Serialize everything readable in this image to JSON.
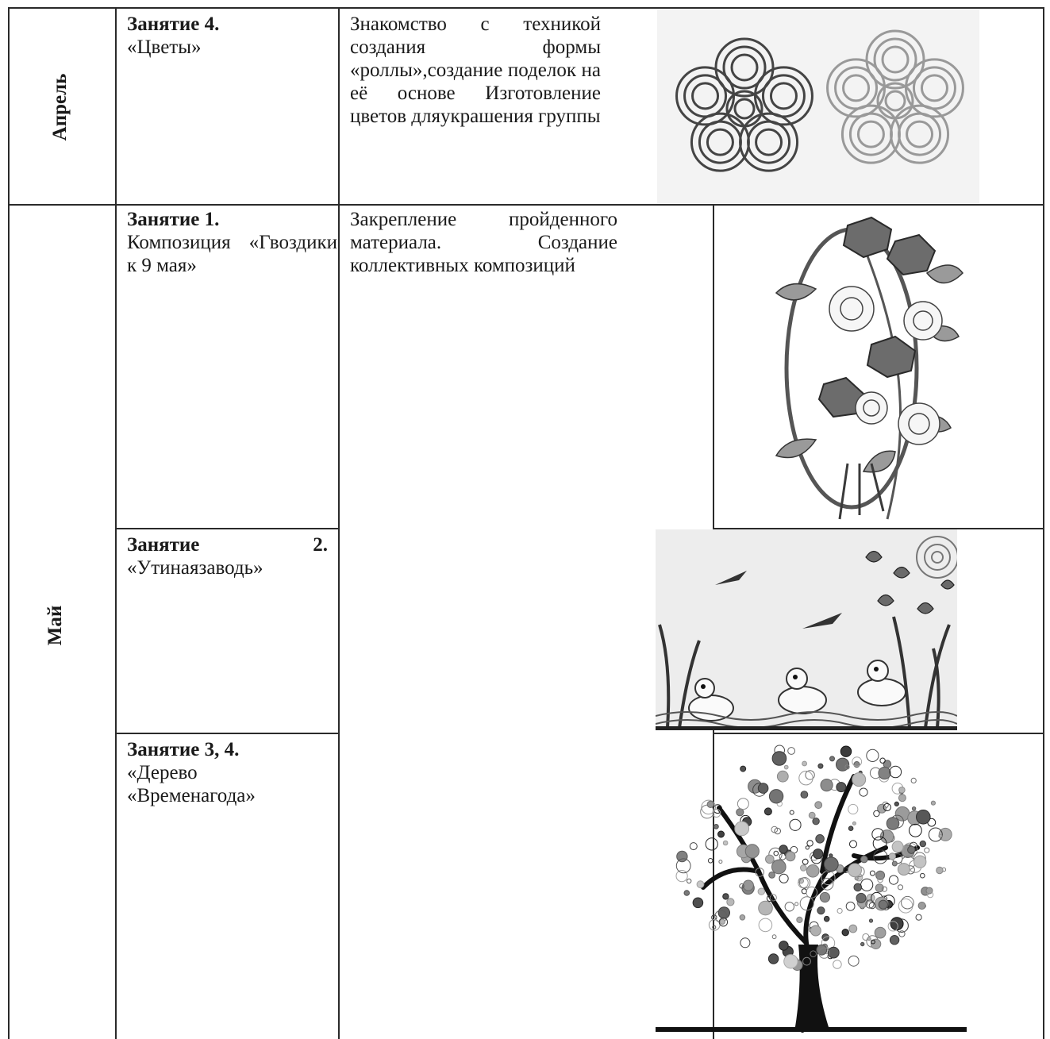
{
  "rows": [
    {
      "month": "Апрель",
      "lesson_title": "Занятие 4.",
      "lesson_name": "«Цветы»",
      "description": "Знакомство с техникой создания формы «роллы»,создание поделок на её основе Изготовление цветов дляукрашения группы",
      "image": "quilled-roll-flowers-image"
    },
    {
      "month": "Май",
      "lessons": [
        {
          "lesson_title": "Занятие 1.",
          "lesson_name": "Композиция «Гвоздики к 9 мая»",
          "image": "carnation-oval-composition-image"
        },
        {
          "lesson_title": "Занятие 2.",
          "lesson_name": "«Утинаязаводь»",
          "image": "duck-pond-quilling-image"
        },
        {
          "lesson_title": "Занятие 3, 4.",
          "lesson_name": "«Дерево «Временагода»",
          "image": "seasons-tree-image"
        }
      ],
      "description": "Закрепление пройденного материала. Создание коллективных композиций"
    }
  ]
}
